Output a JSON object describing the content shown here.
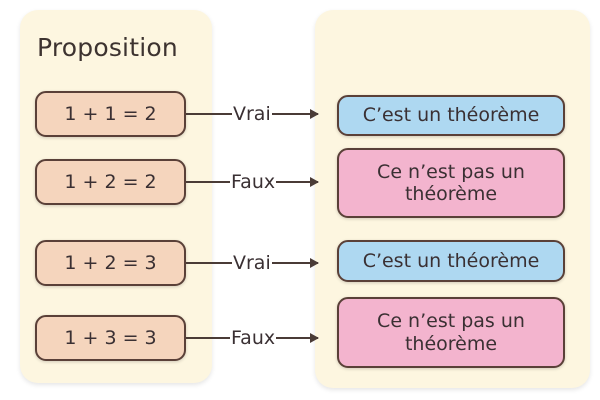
{
  "panels": {
    "left": {
      "title": "Proposition"
    },
    "right": {
      "title": ""
    }
  },
  "colors": {
    "panel_background": "#fdf6e0",
    "proposition_fill": "#f5d5bd",
    "theorem_fill": "#aed8f1",
    "not_theorem_fill": "#f3b4ce",
    "border": "#5a4038",
    "text": "#3a3033",
    "connector": "#4a3b36"
  },
  "rows": [
    {
      "proposition": "1 + 1 = 2",
      "verdict": "Vrai",
      "result": "C’est un théorème",
      "result_kind": "theorem"
    },
    {
      "proposition": "1 + 2 = 2",
      "verdict": "Faux",
      "result": "Ce n’est pas un théorème",
      "result_kind": "not-theorem"
    },
    {
      "proposition": "1 + 2 = 3",
      "verdict": "Vrai",
      "result": "C’est un théorème",
      "result_kind": "theorem"
    },
    {
      "proposition": "1 + 3 = 3",
      "verdict": "Faux",
      "result": "Ce n’est pas un théorème",
      "result_kind": "not-theorem"
    }
  ]
}
